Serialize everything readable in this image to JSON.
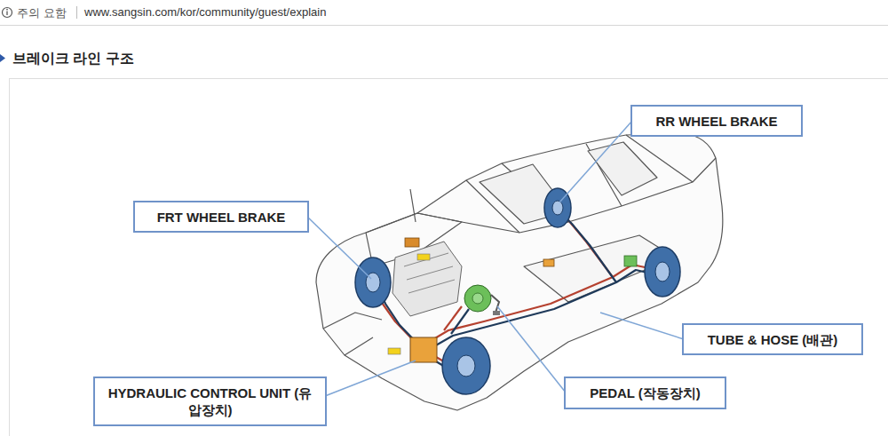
{
  "diagram": {
    "title": "브레이크 라인 구조",
    "nodes": [
      {
        "text": [
          "RR WHEEL BRAKE"
        ]
      },
      {
        "text": [
          "FRT WHEEL BRAKE"
        ]
      },
      {
        "text": [
          "TUBE & HOSE (배관)"
        ]
      },
      {
        "text": [
          "HYDRAULIC CONTROL UNIT (유압장치)"
        ]
      },
      {
        "text": [
          "PEDAL (작동장치)"
        ]
      }
    ],
    "labels": [
      "주의 요함",
      "www.sangsin.com/kor/community/guest/explain"
    ]
  }
}
